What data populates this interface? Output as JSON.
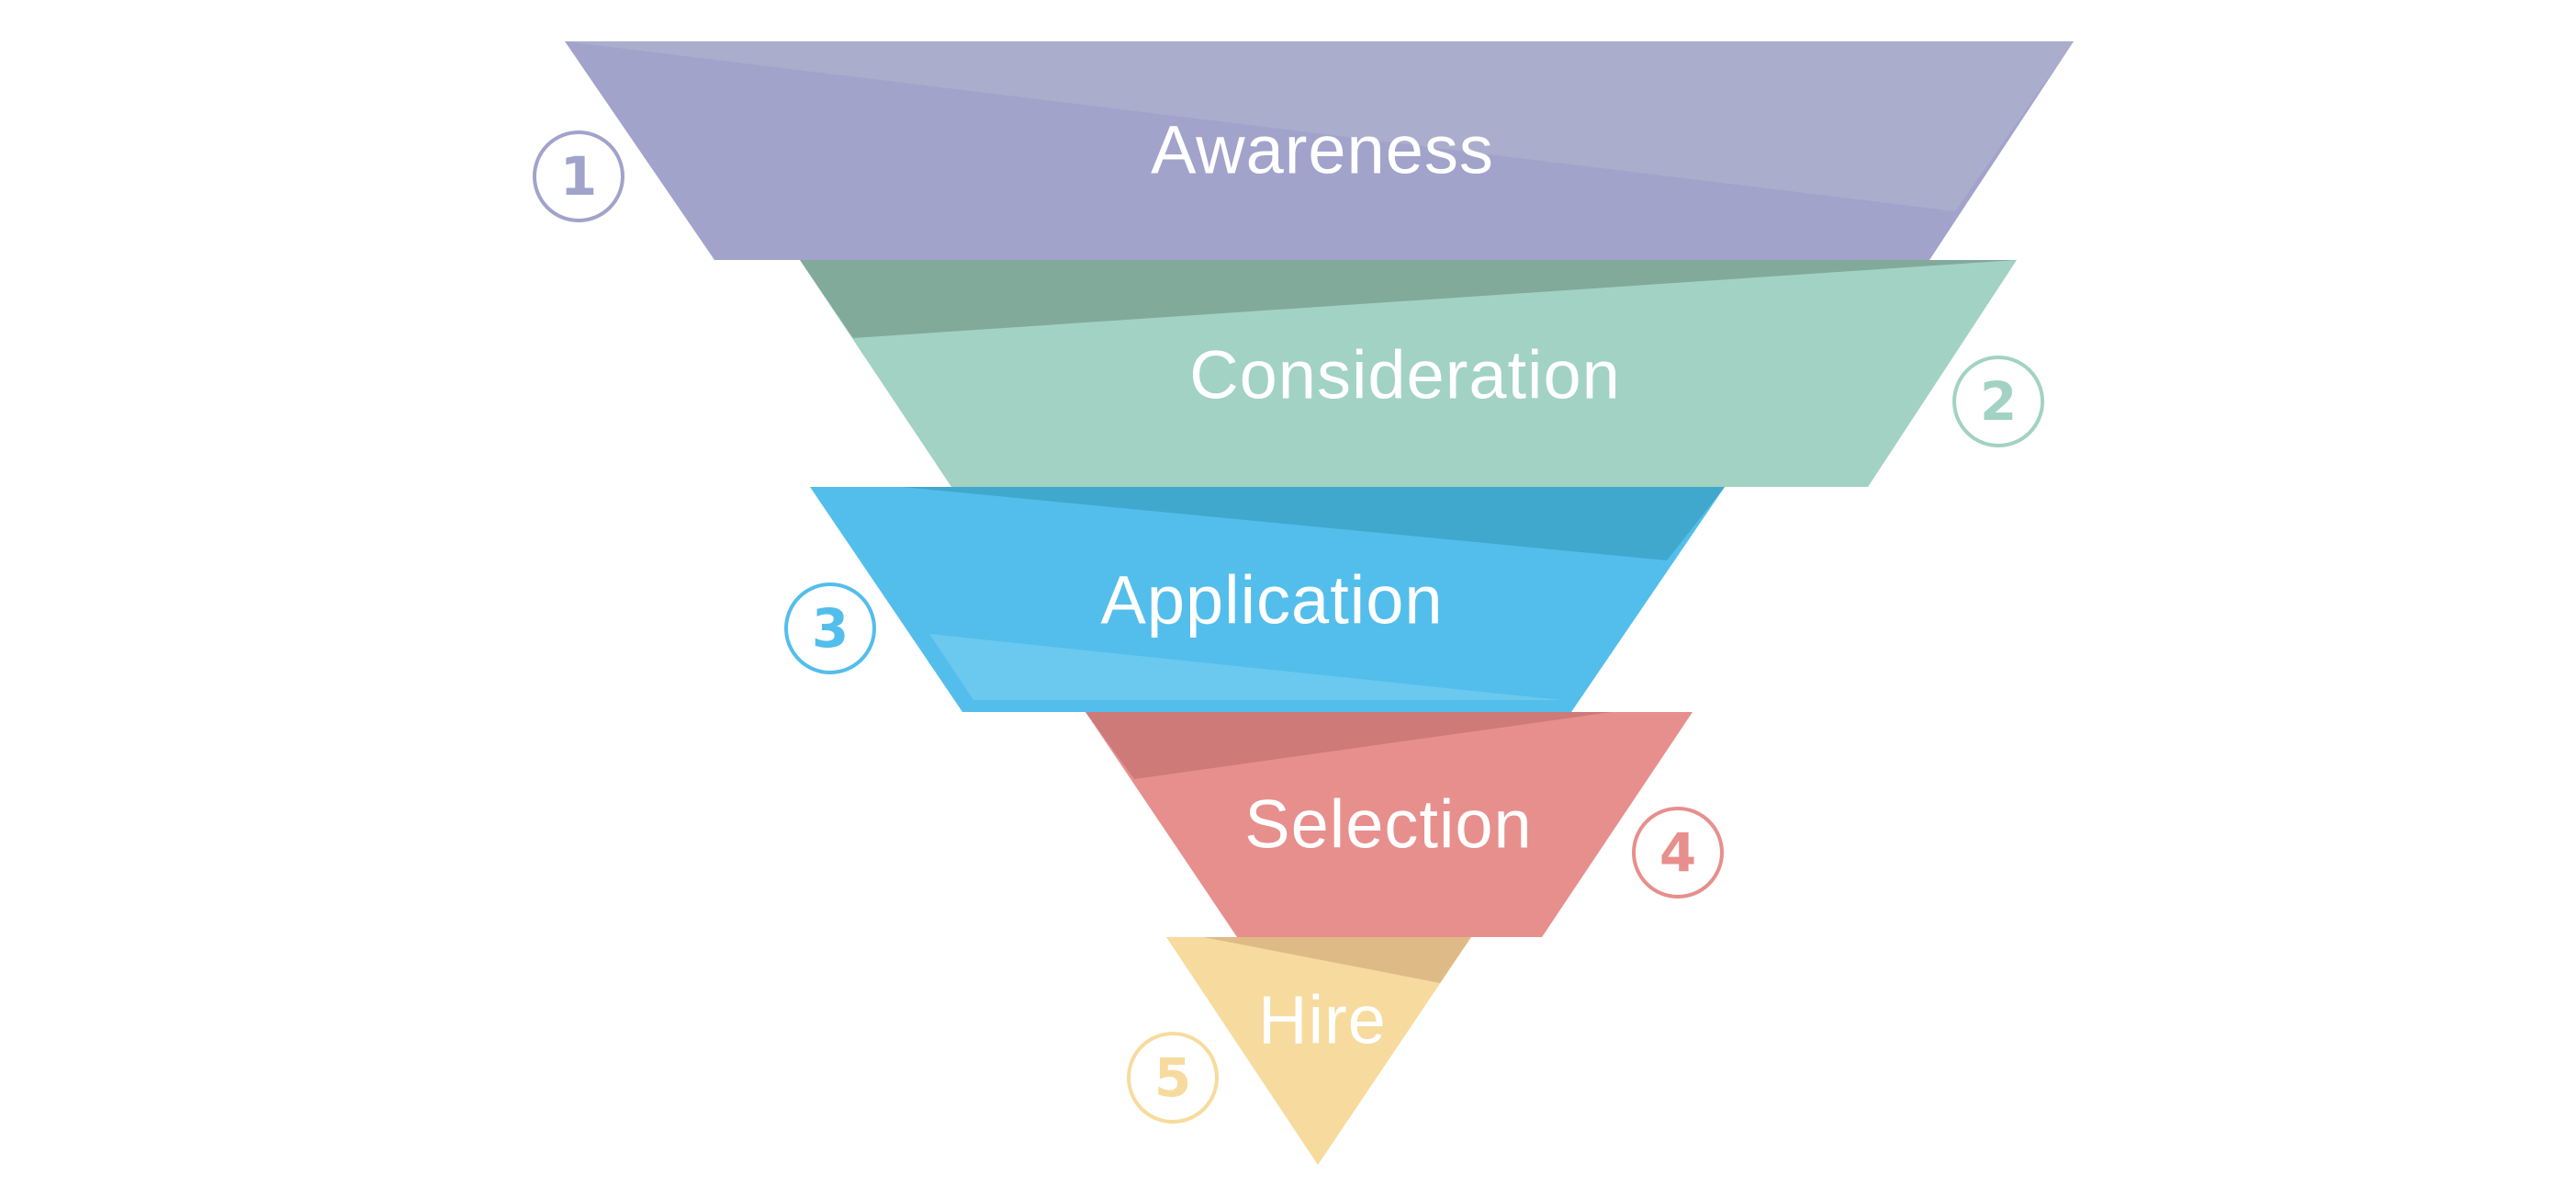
{
  "funnel": {
    "stages": [
      {
        "number": "1",
        "label": "Awareness",
        "color": "#A1A3CB",
        "shade": "#ABADCD",
        "dark": "#9294BE"
      },
      {
        "number": "2",
        "label": "Consideration",
        "color": "#A2D2C3",
        "shade": "#82AA9B",
        "dark": "#82AA9B"
      },
      {
        "number": "3",
        "label": "Application",
        "color": "#53BEEB",
        "shade": "#40A7CD",
        "dark": "#6BC8EE"
      },
      {
        "number": "4",
        "label": "Selection",
        "color": "#E78F8C",
        "shade": "#CD7A79",
        "dark": "#CD7A79"
      },
      {
        "number": "5",
        "label": "Hire",
        "color": "#F7DB9E",
        "shade": "#DEBB86",
        "dark": "#DEBB86"
      }
    ]
  }
}
